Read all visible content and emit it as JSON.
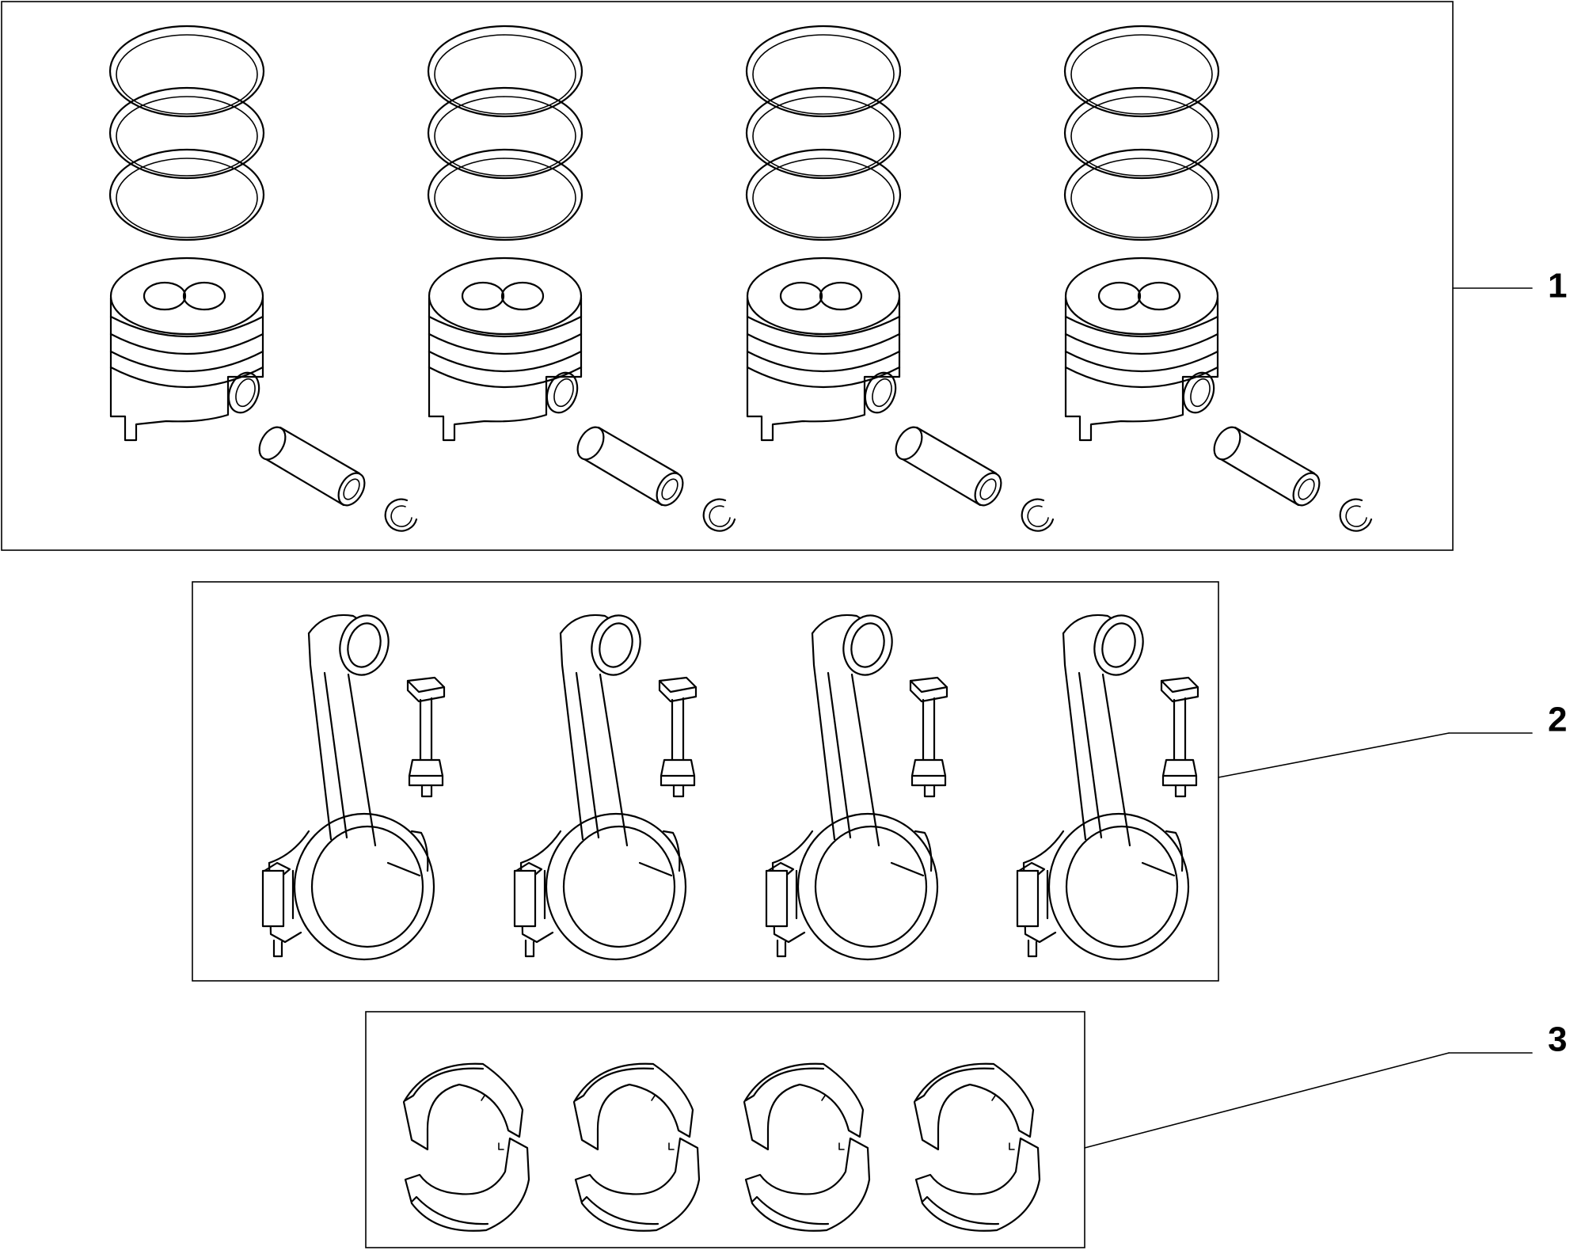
{
  "diagram": {
    "callouts": [
      {
        "id": "1",
        "label": "1"
      },
      {
        "id": "2",
        "label": "2"
      },
      {
        "id": "3",
        "label": "3"
      }
    ],
    "groups": [
      {
        "name": "piston-kit",
        "callout": "1",
        "count": 4,
        "parts": [
          "piston-ring",
          "piston-ring",
          "piston-ring",
          "piston",
          "piston-pin",
          "circlip"
        ]
      },
      {
        "name": "connecting-rod-kit",
        "callout": "2",
        "count": 4,
        "parts": [
          "connecting-rod",
          "rod-bolt"
        ]
      },
      {
        "name": "bearing-shell-kit",
        "callout": "3",
        "count": 4,
        "parts": [
          "upper-bearing-shell",
          "lower-bearing-shell"
        ]
      }
    ],
    "line_color": "#000000",
    "background": "#ffffff"
  }
}
